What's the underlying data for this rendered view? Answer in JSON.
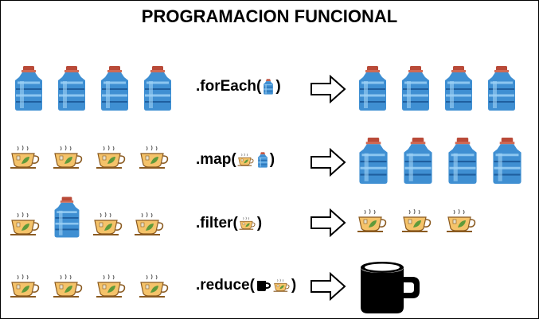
{
  "title": "PROGRAMACION FUNCIONAL",
  "rows": [
    {
      "method": ".forEach(",
      "close": ")"
    },
    {
      "method": ".map(",
      "close": ")"
    },
    {
      "method": ".filter(",
      "close": ")"
    },
    {
      "method": ".reduce(",
      "close": ")"
    }
  ],
  "icons": {
    "bottle": "water-bottle-icon",
    "tea": "tea-cup-icon",
    "mug": "black-mug-icon",
    "arrow": "right-arrow-icon"
  },
  "colors": {
    "bottle_body": "#3f8fd2",
    "bottle_light": "#8cc6f0",
    "bottle_cap": "#b94a38",
    "tea_cup": "#f5c36a",
    "tea_leaf": "#5f9a3a",
    "mug": "#000000"
  }
}
